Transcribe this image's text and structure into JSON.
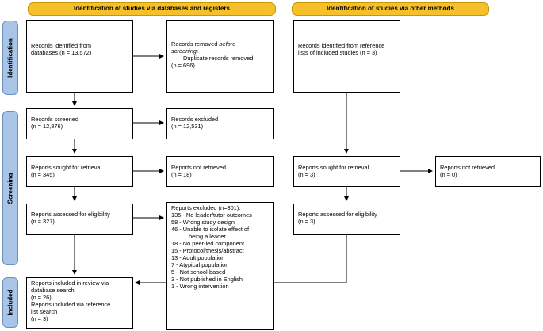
{
  "headers": {
    "databases": "Identification of studies via databases and registers",
    "other": "Identification of studies via other methods"
  },
  "phases": {
    "identification": "Identification",
    "screening": "Screening",
    "included": "Included"
  },
  "boxes": {
    "db_identified": [
      "Records identified from",
      "databases (n = 13,572)"
    ],
    "db_removed": {
      "line1_a": "Records removed ",
      "line1_b": "before",
      "line2_a": "screening",
      "line2_b": ":",
      "line3": "Duplicate records removed",
      "line4": "(n = 696)"
    },
    "db_screened": [
      "Records screened",
      "(n = 12,876)"
    ],
    "db_excluded": [
      "Records excluded",
      "(n = 12,531)"
    ],
    "db_sought": [
      "Reports sought for retrieval",
      "(n = 345)"
    ],
    "db_not_retrieved": [
      "Reports not retrieved",
      "(n = 18)"
    ],
    "db_assessed": [
      "Reports assessed for eligibility",
      "(n = 327)"
    ],
    "db_excluded_reports": {
      "title": "Reports excluded (n=301):",
      "items": [
        "135 - No leader/tutor outcomes",
        "58 - Wrong study design",
        "46 - Unable to isolate effect of"
      ],
      "continuation": "being a leader",
      "items2": [
        "18 - No peer-led component",
        "15 - Protocol/thesis/abstract",
        "13 - Adult population",
        "7 - Atypical population",
        "5 - Not school-based",
        "3 - Not published in English",
        "1 - Wrong intervention"
      ]
    },
    "included": [
      "Reports included in review via",
      "database search",
      "(n = 26)",
      "Reports included via reference",
      "list search",
      "(n = 3)"
    ],
    "other_identified": [
      "Records identified from reference",
      "lists of included studies (n = 3)"
    ],
    "other_sought": [
      "Reports sought for retrieval",
      "(n = 3)"
    ],
    "other_not_retrieved": [
      "Reports not retrieved",
      "(n = 0)"
    ],
    "other_assessed": [
      "Reports assessed for eligibility",
      "(n = 3)"
    ]
  },
  "colors": {
    "header_fill": "#f5c02a",
    "phase_fill": "#a8c5e8",
    "arrow": "#000000"
  }
}
